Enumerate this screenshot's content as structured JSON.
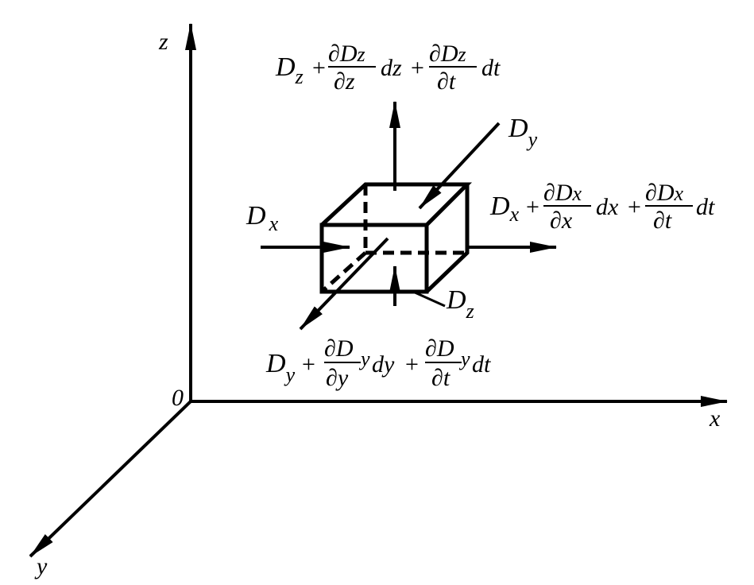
{
  "axes": {
    "origin": "0",
    "x": "x",
    "y": "y",
    "z": "z"
  },
  "symbols": {
    "D": "D",
    "x": "x",
    "y": "y",
    "z": "z",
    "partial": "∂",
    "plus": "+",
    "dx": "dx",
    "dy": "dy",
    "dz": "dz",
    "dt": "dt"
  },
  "labels": {
    "dx_in": "D",
    "dx_in_sub": "x",
    "dy_in": "D",
    "dy_in_sub": "y",
    "dz_in": "D",
    "dz_in_sub": "z"
  }
}
